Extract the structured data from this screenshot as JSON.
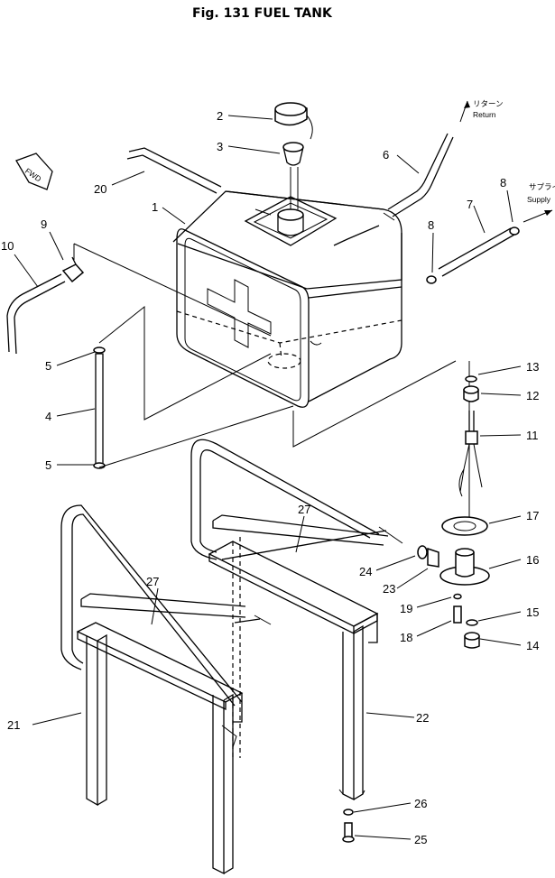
{
  "title": "Fig. 131   FUEL TANK",
  "arrows": {
    "return_jp": "リターン",
    "return_en": "Return",
    "supply_jp": "サプライ",
    "supply_en": "Supply",
    "fwd": "FWD"
  },
  "callouts": [
    "1",
    "2",
    "3",
    "4",
    "5",
    "5",
    "6",
    "7",
    "8",
    "8",
    "9",
    "10",
    "11",
    "12",
    "13",
    "14",
    "15",
    "16",
    "17",
    "18",
    "19",
    "20",
    "21",
    "22",
    "23",
    "24",
    "25",
    "26",
    "27",
    "27"
  ]
}
